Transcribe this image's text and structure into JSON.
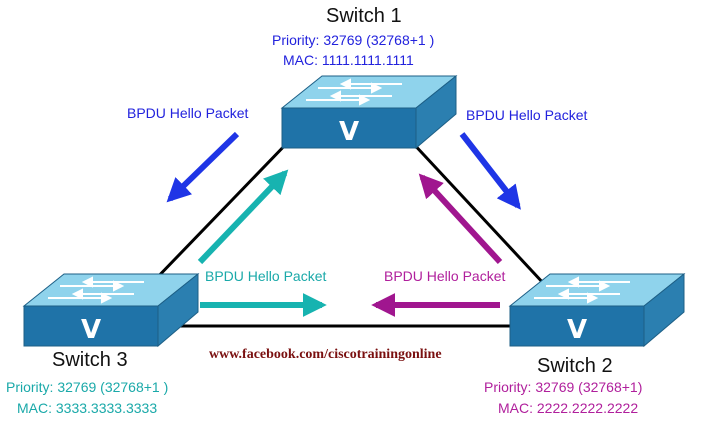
{
  "colors": {
    "switch1": "#2222dd",
    "switch2": "#b01f9c",
    "switch3": "#1aa9a9",
    "switch_top": "#7fcbe6",
    "switch_side": "#2c8fc2",
    "switch_front": "#1b6fa0",
    "link": "#000000"
  },
  "switch1": {
    "title": "Switch 1",
    "priority": "Priority: 32769 (32768+1 )",
    "mac": "MAC: 1111.1111.1111"
  },
  "switch2": {
    "title": "Switch 2",
    "priority": "Priority: 32769 (32768+1)",
    "mac": "MAC: 2222.2222.2222"
  },
  "switch3": {
    "title": "Switch 3",
    "priority": "Priority: 32769 (32768+1 )",
    "mac": "MAC: 3333.3333.3333"
  },
  "bpdu": {
    "top_left": "BPDU Hello Packet",
    "top_right": "BPDU Hello Packet",
    "bottom_left": "BPDU Hello Packet",
    "bottom_right": "BPDU Hello Packet"
  },
  "switch_glyph": "V",
  "watermark": "www.facebook.com/ciscotrainingonline"
}
